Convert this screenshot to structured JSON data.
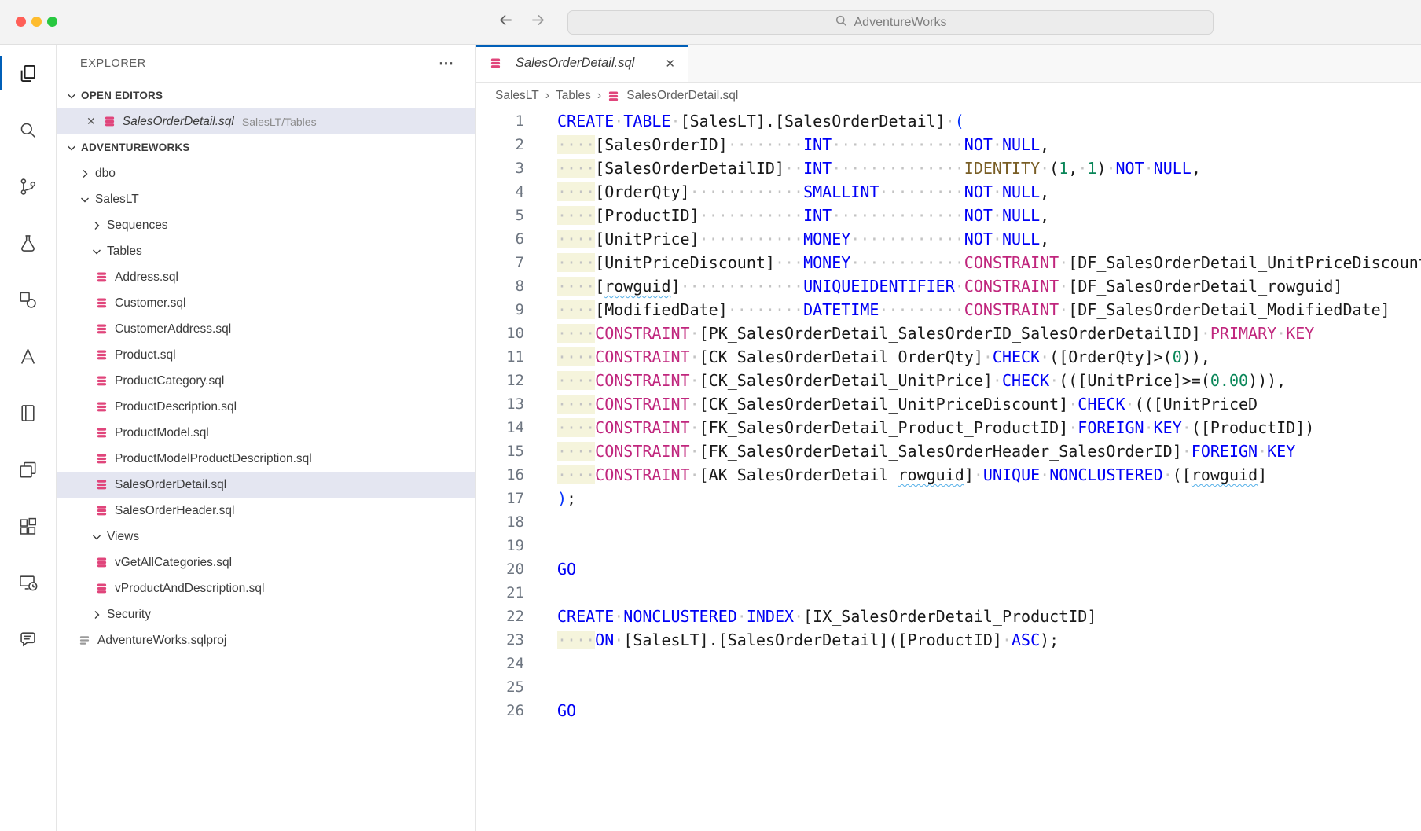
{
  "colors": {
    "accent": "#005FB8",
    "keyword_blue": "#0000F5",
    "keyword_pink": "#C0267D",
    "number_green": "#098658",
    "identity_brown": "#795E26",
    "database_icon_pink": "#E0457B",
    "selection_row": "#E4E6F1"
  },
  "titlebar": {
    "search": "AdventureWorks"
  },
  "activity_bar": {
    "items": [
      {
        "name": "explorer",
        "active": true
      },
      {
        "name": "search"
      },
      {
        "name": "source-control"
      },
      {
        "name": "testing"
      },
      {
        "name": "sql-tools"
      },
      {
        "name": "azure"
      },
      {
        "name": "notebooks"
      },
      {
        "name": "editor-windows"
      },
      {
        "name": "extensions"
      },
      {
        "name": "remote-explorer"
      },
      {
        "name": "comments"
      }
    ]
  },
  "sidebar": {
    "title": "EXPLORER",
    "more_label": "⋯",
    "open_editors": {
      "header": "OPEN EDITORS",
      "items": [
        {
          "close": "✕",
          "icon": "db",
          "label": "SalesOrderDetail.sql",
          "description": "SalesLT/Tables",
          "selected": true
        }
      ]
    },
    "project": {
      "header": "ADVENTUREWORKS",
      "tree": [
        {
          "label": "dbo",
          "level": 1,
          "chevron": "right"
        },
        {
          "label": "SalesLT",
          "level": 1,
          "chevron": "down"
        },
        {
          "label": "Sequences",
          "level": 2,
          "chevron": "right"
        },
        {
          "label": "Tables",
          "level": 2,
          "chevron": "down"
        },
        {
          "label": "Address.sql",
          "level": 3,
          "icon": "db"
        },
        {
          "label": "Customer.sql",
          "level": 3,
          "icon": "db"
        },
        {
          "label": "CustomerAddress.sql",
          "level": 3,
          "icon": "db"
        },
        {
          "label": "Product.sql",
          "level": 3,
          "icon": "db"
        },
        {
          "label": "ProductCategory.sql",
          "level": 3,
          "icon": "db"
        },
        {
          "label": "ProductDescription.sql",
          "level": 3,
          "icon": "db"
        },
        {
          "label": "ProductModel.sql",
          "level": 3,
          "icon": "db"
        },
        {
          "label": "ProductModelProductDescription.sql",
          "level": 3,
          "icon": "db"
        },
        {
          "label": "SalesOrderDetail.sql",
          "level": 3,
          "icon": "db",
          "selected": true
        },
        {
          "label": "SalesOrderHeader.sql",
          "level": 3,
          "icon": "db"
        },
        {
          "label": "Views",
          "level": 2,
          "chevron": "down"
        },
        {
          "label": "vGetAllCategories.sql",
          "level": 3,
          "icon": "db"
        },
        {
          "label": "vProductAndDescription.sql",
          "level": 3,
          "icon": "db"
        },
        {
          "label": "Security",
          "level": 2,
          "chevron": "right"
        },
        {
          "label": "AdventureWorks.sqlproj",
          "level": 1,
          "icon": "proj"
        }
      ]
    }
  },
  "editor": {
    "tabs": [
      {
        "label": "SalesOrderDetail.sql",
        "icon": "db",
        "close": "✕",
        "active": true
      }
    ],
    "breadcrumbs": [
      "SalesLT",
      "Tables",
      "SalesOrderDetail.sql"
    ],
    "code": {
      "lines": [
        [
          [
            "CREATE",
            "k"
          ],
          [
            "·",
            "w"
          ],
          [
            "TABLE",
            "k"
          ],
          [
            "·",
            "w"
          ],
          [
            "[SalesLT].[SalesOrderDetail]",
            "d"
          ],
          [
            "·",
            "w"
          ],
          [
            "(",
            "p"
          ]
        ],
        [
          [
            "····",
            "w y"
          ],
          [
            "[SalesOrderID]",
            "d"
          ],
          [
            "········",
            "w"
          ],
          [
            "INT",
            "k"
          ],
          [
            "··············",
            "w"
          ],
          [
            "NOT",
            "k"
          ],
          [
            "·",
            "w"
          ],
          [
            "NULL",
            "k"
          ],
          [
            ",",
            "d"
          ]
        ],
        [
          [
            "····",
            "w y"
          ],
          [
            "[SalesOrderDetailID]",
            "d"
          ],
          [
            "··",
            "w"
          ],
          [
            "INT",
            "k"
          ],
          [
            "··············",
            "w"
          ],
          [
            "IDENTITY",
            "i"
          ],
          [
            "·",
            "w"
          ],
          [
            "(",
            "d"
          ],
          [
            "1",
            "n"
          ],
          [
            ",",
            "d"
          ],
          [
            "·",
            "w"
          ],
          [
            "1",
            "n"
          ],
          [
            ")",
            "d"
          ],
          [
            "·",
            "w"
          ],
          [
            "NOT",
            "k"
          ],
          [
            "·",
            "w"
          ],
          [
            "NULL",
            "k"
          ],
          [
            ",",
            "d"
          ]
        ],
        [
          [
            "····",
            "w y"
          ],
          [
            "[OrderQty]",
            "d"
          ],
          [
            "············",
            "w"
          ],
          [
            "SMALLINT",
            "k"
          ],
          [
            "·········",
            "w"
          ],
          [
            "NOT",
            "k"
          ],
          [
            "·",
            "w"
          ],
          [
            "NULL",
            "k"
          ],
          [
            ",",
            "d"
          ]
        ],
        [
          [
            "····",
            "w y"
          ],
          [
            "[ProductID]",
            "d"
          ],
          [
            "···········",
            "w"
          ],
          [
            "INT",
            "k"
          ],
          [
            "··············",
            "w"
          ],
          [
            "NOT",
            "k"
          ],
          [
            "·",
            "w"
          ],
          [
            "NULL",
            "k"
          ],
          [
            ",",
            "d"
          ]
        ],
        [
          [
            "····",
            "w y"
          ],
          [
            "[UnitPrice]",
            "d"
          ],
          [
            "···········",
            "w"
          ],
          [
            "MONEY",
            "k"
          ],
          [
            "············",
            "w"
          ],
          [
            "NOT",
            "k"
          ],
          [
            "·",
            "w"
          ],
          [
            "NULL",
            "k"
          ],
          [
            ",",
            "d"
          ]
        ],
        [
          [
            "····",
            "w y"
          ],
          [
            "[UnitPriceDiscount]",
            "d"
          ],
          [
            "···",
            "w"
          ],
          [
            "MONEY",
            "k"
          ],
          [
            "············",
            "w"
          ],
          [
            "CONSTRAINT",
            "m"
          ],
          [
            "·",
            "w"
          ],
          [
            "[DF_SalesOrderDetail_UnitPriceDiscount]",
            "d"
          ]
        ],
        [
          [
            "····",
            "w y"
          ],
          [
            "[",
            "d"
          ],
          [
            "rowguid",
            "d u"
          ],
          [
            "]",
            "d"
          ],
          [
            "·············",
            "w"
          ],
          [
            "UNIQUEIDENTIFIER",
            "k"
          ],
          [
            "·",
            "w"
          ],
          [
            "CONSTRAINT",
            "m"
          ],
          [
            "·",
            "w"
          ],
          [
            "[DF_SalesOrderDetail_rowguid]",
            "d"
          ]
        ],
        [
          [
            "····",
            "w y"
          ],
          [
            "[ModifiedDate]",
            "d"
          ],
          [
            "········",
            "w"
          ],
          [
            "DATETIME",
            "k"
          ],
          [
            "·········",
            "w"
          ],
          [
            "CONSTRAINT",
            "m"
          ],
          [
            "·",
            "w"
          ],
          [
            "[DF_SalesOrderDetail_ModifiedDate]",
            "d"
          ]
        ],
        [
          [
            "····",
            "w y"
          ],
          [
            "CONSTRAINT",
            "m"
          ],
          [
            "·",
            "w"
          ],
          [
            "[PK_SalesOrderDetail_SalesOrderID_SalesOrderDetailID]",
            "d"
          ],
          [
            "·",
            "w"
          ],
          [
            "PRIMARY",
            "m"
          ],
          [
            "·",
            "w"
          ],
          [
            "KEY",
            "m"
          ]
        ],
        [
          [
            "····",
            "w y"
          ],
          [
            "CONSTRAINT",
            "m"
          ],
          [
            "·",
            "w"
          ],
          [
            "[CK_SalesOrderDetail_OrderQty]",
            "d"
          ],
          [
            "·",
            "w"
          ],
          [
            "CHECK",
            "k"
          ],
          [
            "·",
            "w"
          ],
          [
            "([OrderQty]>(",
            "d"
          ],
          [
            "0",
            "n"
          ],
          [
            ")),",
            "d"
          ]
        ],
        [
          [
            "····",
            "w y"
          ],
          [
            "CONSTRAINT",
            "m"
          ],
          [
            "·",
            "w"
          ],
          [
            "[CK_SalesOrderDetail_UnitPrice]",
            "d"
          ],
          [
            "·",
            "w"
          ],
          [
            "CHECK",
            "k"
          ],
          [
            "·",
            "w"
          ],
          [
            "(([UnitPrice]>=(",
            "d"
          ],
          [
            "0.00",
            "n"
          ],
          [
            "))),",
            "d"
          ]
        ],
        [
          [
            "····",
            "w y"
          ],
          [
            "CONSTRAINT",
            "m"
          ],
          [
            "·",
            "w"
          ],
          [
            "[CK_SalesOrderDetail_UnitPriceDiscount]",
            "d"
          ],
          [
            "·",
            "w"
          ],
          [
            "CHECK",
            "k"
          ],
          [
            "·",
            "w"
          ],
          [
            "(([UnitPriceD",
            "d"
          ]
        ],
        [
          [
            "····",
            "w y"
          ],
          [
            "CONSTRAINT",
            "m"
          ],
          [
            "·",
            "w"
          ],
          [
            "[FK_SalesOrderDetail_Product_ProductID]",
            "d"
          ],
          [
            "·",
            "w"
          ],
          [
            "FOREIGN",
            "k"
          ],
          [
            "·",
            "w"
          ],
          [
            "KEY",
            "k"
          ],
          [
            "·",
            "w"
          ],
          [
            "([ProductID])",
            "d"
          ]
        ],
        [
          [
            "····",
            "w y"
          ],
          [
            "CONSTRAINT",
            "m"
          ],
          [
            "·",
            "w"
          ],
          [
            "[FK_SalesOrderDetail_SalesOrderHeader_SalesOrderID]",
            "d"
          ],
          [
            "·",
            "w"
          ],
          [
            "FOREIGN",
            "k"
          ],
          [
            "·",
            "w"
          ],
          [
            "KEY",
            "k"
          ]
        ],
        [
          [
            "····",
            "w y"
          ],
          [
            "CONSTRAINT",
            "m"
          ],
          [
            "·",
            "w"
          ],
          [
            "[AK_SalesOrderDetail_",
            "d"
          ],
          [
            "rowguid",
            "d u"
          ],
          [
            "]",
            "d"
          ],
          [
            "·",
            "w"
          ],
          [
            "UNIQUE",
            "k"
          ],
          [
            "·",
            "w"
          ],
          [
            "NONCLUSTERED",
            "k"
          ],
          [
            "·",
            "w"
          ],
          [
            "([",
            "d"
          ],
          [
            "rowguid",
            "d u"
          ],
          [
            "]",
            "d"
          ]
        ],
        [
          [
            ")",
            "p"
          ],
          [
            ";",
            "d"
          ]
        ],
        [],
        [],
        [
          [
            "GO",
            "k"
          ]
        ],
        [],
        [
          [
            "CREATE",
            "k"
          ],
          [
            "·",
            "w"
          ],
          [
            "NONCLUSTERED",
            "k"
          ],
          [
            "·",
            "w"
          ],
          [
            "INDEX",
            "k"
          ],
          [
            "·",
            "w"
          ],
          [
            "[IX_SalesOrderDetail_ProductID]",
            "d"
          ]
        ],
        [
          [
            "····",
            "w y"
          ],
          [
            "ON",
            "k"
          ],
          [
            "·",
            "w"
          ],
          [
            "[SalesLT].[SalesOrderDetail]([ProductID]",
            "d"
          ],
          [
            "·",
            "w"
          ],
          [
            "ASC",
            "k"
          ],
          [
            ");",
            "d"
          ]
        ],
        [],
        [],
        [
          [
            "GO",
            "k"
          ]
        ]
      ]
    }
  }
}
